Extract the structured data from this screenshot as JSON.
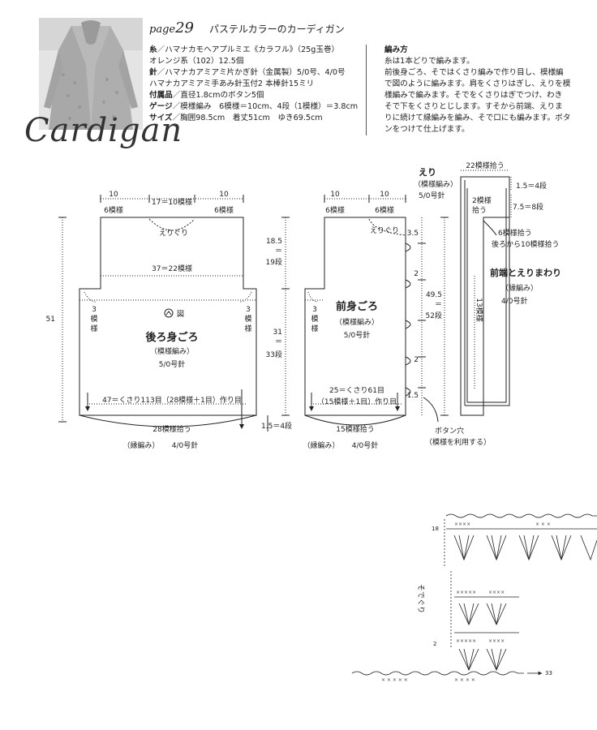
{
  "header": {
    "page_prefix": "page",
    "page_number": "29",
    "title": "パステルカラーのカーディガン",
    "cardigan_word": "Cardigan"
  },
  "specs": [
    {
      "label": "糸",
      "text": "／ハマナカモヘアプルミエ《カラフル》（25g玉巻）"
    },
    {
      "label": "",
      "text": "オレンジ系（102）12.5個"
    },
    {
      "label": "針",
      "text": "／ハマナカアミアミ片かぎ針（金属製）5/0号、4/0号"
    },
    {
      "label": "",
      "text": "ハマナカアミアミ手あみ針玉付2 本棒針15ミリ"
    },
    {
      "label": "付属品",
      "text": "／直径1.8cmのボタン5個"
    },
    {
      "label": "ゲージ",
      "text": "／模様編み　6模様＝10cm、4段（1模様）＝3.8cm"
    },
    {
      "label": "サイズ",
      "text": "／胸囲98.5cm　着丈51cm　ゆき69.5cm"
    }
  ],
  "method": {
    "heading": "編み方",
    "lines": [
      "糸は1本どりで編みます。",
      "前後身ごろ、そではくさり編みで作り目し、模様編",
      "で図のように編みます。肩をくさりはぎし、えりを模",
      "様編みで編みます。そでをくさりはぎでつけ、わき",
      "そで下をくさりとじします。すそから前端、えりま",
      "りに続けて縁編みを編み、そで口にも編みます。ボタ",
      "ンをつけて仕上げます。"
    ]
  },
  "back": {
    "top_left_w": "10",
    "top_left_sub": "6模様",
    "top_mid": "17＝10模様",
    "top_right_w": "10",
    "top_right_sub": "6模様",
    "neck": "えりぐり",
    "shoulder": "37＝22模様",
    "left_3": "3",
    "left_mo": "模",
    "left_yo": "様",
    "right_3": "3",
    "right_mo": "模",
    "right_yo": "様",
    "fig": "図",
    "title": "後ろ身ごろ",
    "pattern": "（模様編み）",
    "needle": "5/0号針",
    "chain": "47＝くさり113目（28模様＋1目）作り目",
    "pickup": "28模様拾う",
    "edge": "（縁編み）",
    "edge_needle": "4/0号針",
    "height_total": "51",
    "edge_rows": "1.5＝4段"
  },
  "front": {
    "top_w1": "10",
    "top_sub1": "6模様",
    "top_w2": "10",
    "top_sub2": "6模様",
    "neck": "えりぐり",
    "side_3": "3",
    "side_mo": "模",
    "side_yo": "様",
    "title": "前身ごろ",
    "pattern": "（模様編み）",
    "needle": "5/0号針",
    "chain1": "25＝くさり61目",
    "chain2": "（15模様＋1目）作り目",
    "pickup": "15模様拾う",
    "edge": "（縁編み）",
    "edge_needle": "4/0号針",
    "upper_h": "18.5",
    "upper_eq": "＝",
    "upper_rows": "19段",
    "lower_h": "31",
    "lower_eq": "＝",
    "lower_rows": "33段",
    "total_h": "49.5",
    "total_eq": "＝",
    "total_rows": "52段",
    "seg_35": "3.5",
    "seg_2a": "2",
    "seg_2b": "2",
    "seg_15": "1.5",
    "buttonhole": "ボタン穴",
    "buttonhole_note": "（模様を利用する）"
  },
  "collar": {
    "title": "えり",
    "pattern": "（模様編み）",
    "needle": "5/0号針",
    "top_pick": "22模様拾う",
    "rows_15": "1.5＝4段",
    "pick2": "2模様",
    "pick2b": "拾う",
    "rows_75": "7.5＝8段",
    "pick6": "6模様拾う",
    "pick10": "後ろから10模様拾う",
    "edge_title": "前端とえりまわり",
    "edge_pattern": "（縁編み）",
    "edge_needle": "4/0号針",
    "count13": "13模様"
  },
  "chart": {
    "row18": "18",
    "row2": "2",
    "row33": "33",
    "sleeve": "そでぐり"
  }
}
